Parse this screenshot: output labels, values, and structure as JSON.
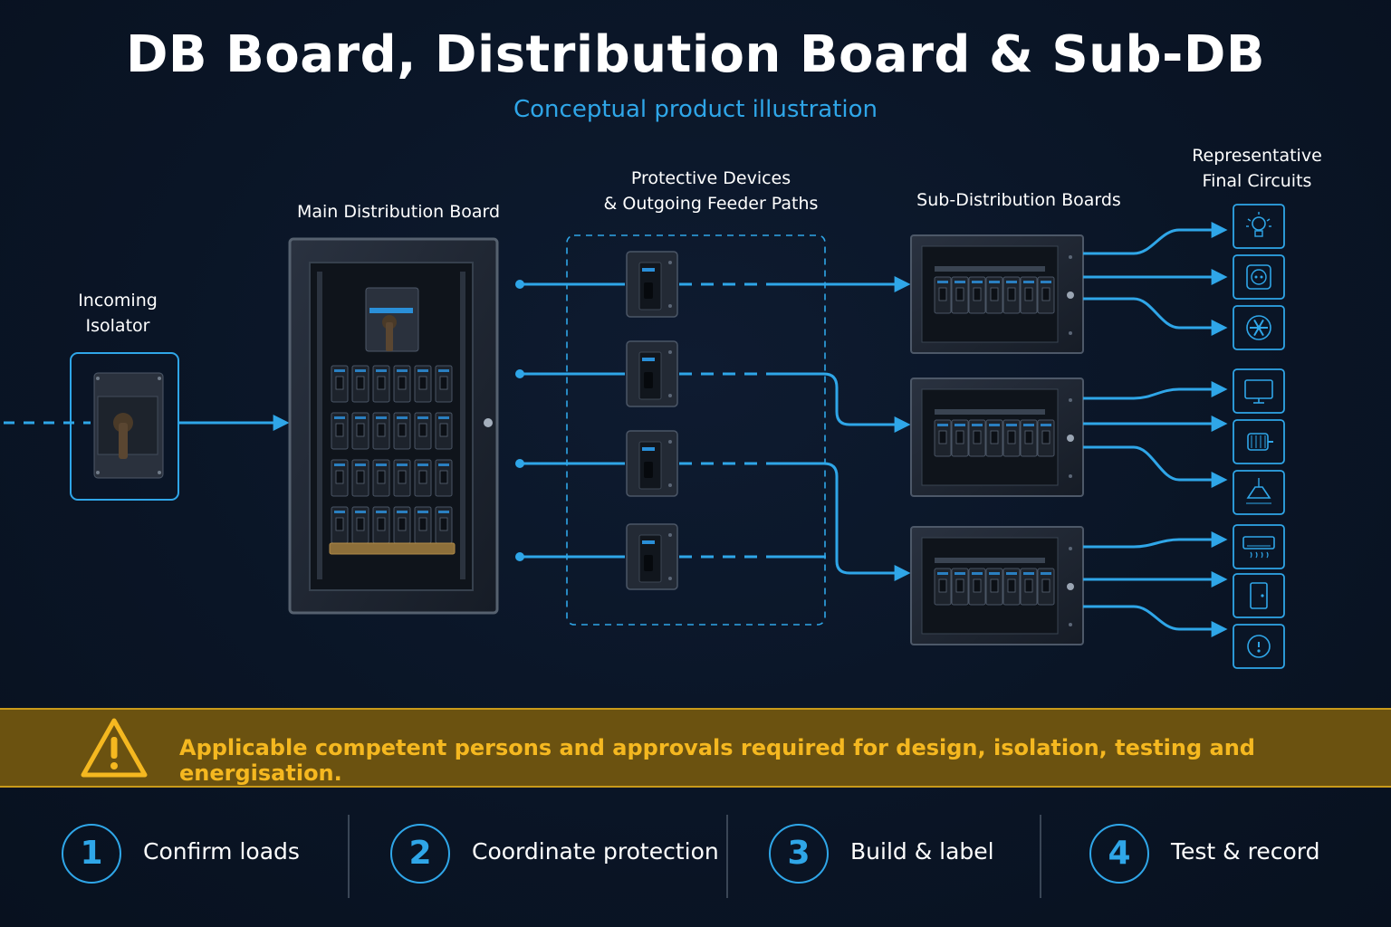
{
  "title": "DB Board, Distribution Board & Sub-DB",
  "subtitle": "Conceptual product illustration",
  "labels": {
    "incoming_line1": "Incoming",
    "incoming_line2": "Isolator",
    "main_db": "Main Distribution Board",
    "protective_line1": "Protective Devices",
    "protective_line2": "& Outgoing Feeder Paths",
    "sub_db": "Sub-Distribution Boards",
    "final_line1": "Representative",
    "final_line2": "Final Circuits"
  },
  "final_circuit_icons": [
    "lightbulb-icon",
    "socket-icon",
    "fan-icon",
    "monitor-icon",
    "motor-icon",
    "pendant-lamp-icon",
    "air-conditioner-icon",
    "door-icon",
    "outlet-icon"
  ],
  "warning": {
    "icon": "warning-triangle-icon",
    "text": "Applicable competent persons and approvals required for design, isolation, testing and energisation."
  },
  "steps": [
    {
      "number": "1",
      "label": "Confirm loads"
    },
    {
      "number": "2",
      "label": "Coordinate protection"
    },
    {
      "number": "3",
      "label": "Build & label"
    },
    {
      "number": "4",
      "label": "Test & record"
    }
  ],
  "colors": {
    "background": "#0a1526",
    "accent": "#2fa6e8",
    "warning_bg": "#6b5210",
    "warning_text": "#f5b820"
  }
}
